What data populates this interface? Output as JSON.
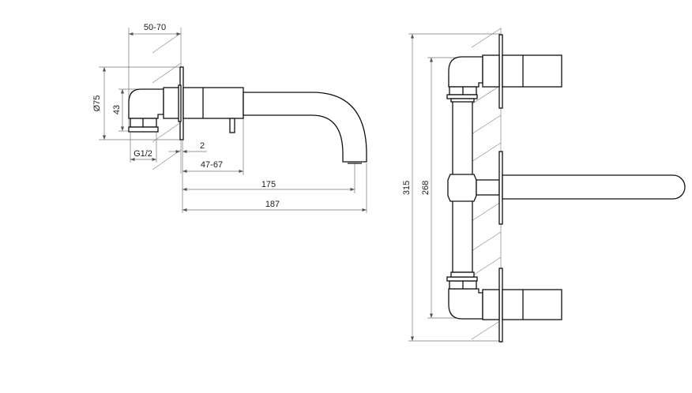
{
  "side_view": {
    "dim_wall_depth": "50-70",
    "dim_plate_diameter": "Ø75",
    "dim_body_height": "43",
    "dim_plate_thickness": "2",
    "dim_connection": "G1/2",
    "dim_body_projection": "47-67",
    "dim_spout_reach": "175",
    "dim_total_reach": "187"
  },
  "front_view": {
    "dim_total_height": "315",
    "dim_handle_spacing": "268"
  }
}
